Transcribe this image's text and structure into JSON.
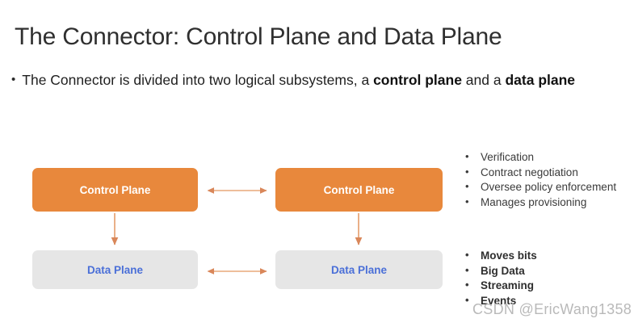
{
  "slide": {
    "title": "The Connector: Control Plane and Data Plane",
    "lead": {
      "bullet_glyph": "•",
      "text_part1": "The Connector is divided into two logical subsystems, a ",
      "bold1": "control plane",
      "text_part2": " and a ",
      "bold2": "data plane"
    },
    "diagram": {
      "nodes": [
        {
          "id": "cp-left",
          "label": "Control Plane",
          "role": "control-plane-left"
        },
        {
          "id": "cp-right",
          "label": "Control Plane",
          "role": "control-plane-right"
        },
        {
          "id": "dp-left",
          "label": "Data Plane",
          "role": "data-plane-left"
        },
        {
          "id": "dp-right",
          "label": "Data Plane",
          "role": "data-plane-right"
        }
      ],
      "connectors": [
        {
          "name": "control-plane-peer-link",
          "type": "double-arrow-horizontal"
        },
        {
          "name": "data-plane-peer-link",
          "type": "double-arrow-horizontal"
        },
        {
          "name": "left-control-to-data",
          "type": "arrow-down"
        },
        {
          "name": "right-control-to-data",
          "type": "arrow-down"
        }
      ]
    },
    "control_plane_features": [
      "Verification",
      "Contract negotiation",
      "Oversee policy enforcement",
      "Manages provisioning"
    ],
    "data_plane_features": [
      "Moves bits",
      "Big Data",
      "Streaming",
      "Events"
    ],
    "watermark": "CSDN @EricWang1358",
    "colors": {
      "control_plane_fill": "#e8883c",
      "control_plane_text": "#ffffff",
      "data_plane_fill": "#e6e6e6",
      "data_plane_text": "#4a6fd8",
      "arrow": "#e8a87a",
      "title_text": "#2f2f2f",
      "watermark_text": "#b9b9b9"
    }
  }
}
